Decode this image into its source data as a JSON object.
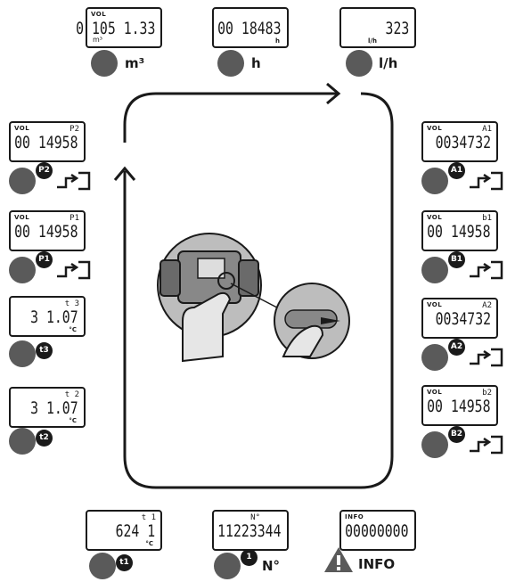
{
  "top_row": [
    {
      "value": "0 105 1.33",
      "sub": "m³",
      "label": "m³"
    },
    {
      "value": "00 18483",
      "sub": "h",
      "label": "h"
    },
    {
      "value": "323",
      "sub": "l/h",
      "label": "l/h"
    }
  ],
  "left_col": [
    {
      "value": "00 14958",
      "index": "P2",
      "badge": "P2"
    },
    {
      "value": "00 14958",
      "index": "P1",
      "badge": "P1"
    },
    {
      "value": "3 1.07",
      "index": "t 3",
      "unit": "°C",
      "badge": "t3"
    },
    {
      "value": "3 1.07",
      "index": "t 2",
      "unit": "°C",
      "badge": "t2"
    }
  ],
  "right_col": [
    {
      "value": "0034732",
      "index": "A1",
      "badge": "A1"
    },
    {
      "value": "00 14958",
      "index": "b1",
      "badge": "B1"
    },
    {
      "value": "0034732",
      "index": "A2",
      "badge": "A2"
    },
    {
      "value": "00 14958",
      "index": "b2",
      "badge": "B2"
    }
  ],
  "bottom_row": [
    {
      "value": "624 1",
      "index": "t 1",
      "unit": "°C",
      "badge": "t1"
    },
    {
      "value": "11223344",
      "index": "N°",
      "badge": "1",
      "label": "N°"
    },
    {
      "value": "00000000",
      "top_text": "INFO",
      "label": "INFO"
    }
  ],
  "vol_text": "VOL",
  "colors": {
    "icon": "#5a5a5a",
    "line": "#1a1a1a",
    "disc": "#bdbdbd"
  }
}
